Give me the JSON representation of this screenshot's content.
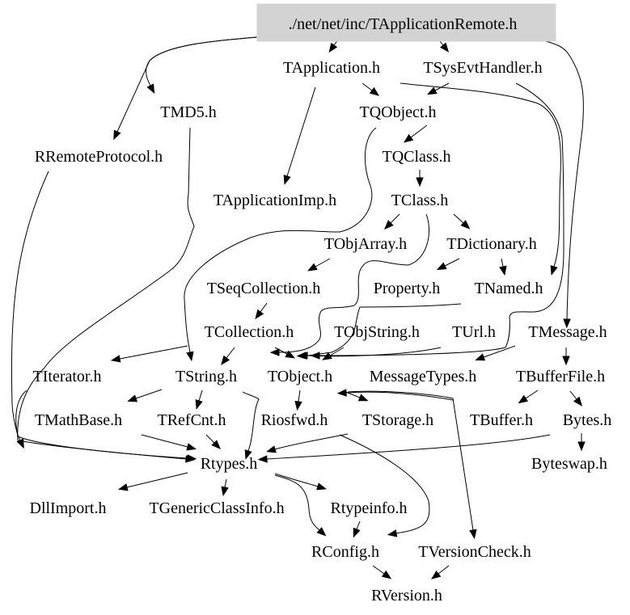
{
  "diagram": {
    "type": "include-dependency-graph",
    "root": "./net/net/inc/TApplicationRemote.h",
    "root_fill": "#d3d3d3",
    "edge_color": "#000000",
    "text_color": "#000000",
    "nodes": [
      {
        "id": "root",
        "label": "./net/net/inc/TApplicationRemote.h",
        "root": true
      },
      {
        "id": "TApplication",
        "label": "TApplication.h"
      },
      {
        "id": "TSysEvtHandler",
        "label": "TSysEvtHandler.h"
      },
      {
        "id": "TMD5",
        "label": "TMD5.h"
      },
      {
        "id": "TQObject",
        "label": "TQObject.h"
      },
      {
        "id": "RRemoteProtocol",
        "label": "RRemoteProtocol.h"
      },
      {
        "id": "TQClass",
        "label": "TQClass.h"
      },
      {
        "id": "TApplicationImp",
        "label": "TApplicationImp.h"
      },
      {
        "id": "TClass",
        "label": "TClass.h"
      },
      {
        "id": "TObjArray",
        "label": "TObjArray.h"
      },
      {
        "id": "TDictionary",
        "label": "TDictionary.h"
      },
      {
        "id": "TSeqCollection",
        "label": "TSeqCollection.h"
      },
      {
        "id": "Property",
        "label": "Property.h"
      },
      {
        "id": "TNamed",
        "label": "TNamed.h"
      },
      {
        "id": "TCollection",
        "label": "TCollection.h"
      },
      {
        "id": "TObjString",
        "label": "TObjString.h"
      },
      {
        "id": "TUrl",
        "label": "TUrl.h"
      },
      {
        "id": "TMessage",
        "label": "TMessage.h"
      },
      {
        "id": "TIterator",
        "label": "TIterator.h"
      },
      {
        "id": "TString",
        "label": "TString.h"
      },
      {
        "id": "TObject",
        "label": "TObject.h"
      },
      {
        "id": "MessageTypes",
        "label": "MessageTypes.h"
      },
      {
        "id": "TBufferFile",
        "label": "TBufferFile.h"
      },
      {
        "id": "TMathBase",
        "label": "TMathBase.h"
      },
      {
        "id": "TRefCnt",
        "label": "TRefCnt.h"
      },
      {
        "id": "Riosfwd",
        "label": "Riosfwd.h"
      },
      {
        "id": "TStorage",
        "label": "TStorage.h"
      },
      {
        "id": "TBuffer",
        "label": "TBuffer.h"
      },
      {
        "id": "Bytes",
        "label": "Bytes.h"
      },
      {
        "id": "Rtypes",
        "label": "Rtypes.h"
      },
      {
        "id": "Byteswap",
        "label": "Byteswap.h"
      },
      {
        "id": "DllImport",
        "label": "DllImport.h"
      },
      {
        "id": "TGenericClassInfo",
        "label": "TGenericClassInfo.h"
      },
      {
        "id": "Rtypeinfo",
        "label": "Rtypeinfo.h"
      },
      {
        "id": "RConfig",
        "label": "RConfig.h"
      },
      {
        "id": "TVersionCheck",
        "label": "TVersionCheck.h"
      },
      {
        "id": "RVersion",
        "label": "RVersion.h"
      }
    ],
    "edges": [
      {
        "from": "root",
        "to": "TApplication"
      },
      {
        "from": "root",
        "to": "TSysEvtHandler"
      },
      {
        "from": "root",
        "to": "TMD5"
      },
      {
        "from": "root",
        "to": "RRemoteProtocol"
      },
      {
        "from": "root",
        "to": "TMessage"
      },
      {
        "from": "TApplication",
        "to": "TQObject"
      },
      {
        "from": "TApplication",
        "to": "TApplicationImp"
      },
      {
        "from": "TApplication",
        "to": "TNamed"
      },
      {
        "from": "TSysEvtHandler",
        "to": "TQObject"
      },
      {
        "from": "TSysEvtHandler",
        "to": "TObject"
      },
      {
        "from": "TQObject",
        "to": "TQClass"
      },
      {
        "from": "TQObject",
        "to": "TString"
      },
      {
        "from": "TQClass",
        "to": "TClass"
      },
      {
        "from": "TClass",
        "to": "TObjArray"
      },
      {
        "from": "TClass",
        "to": "TDictionary"
      },
      {
        "from": "TClass",
        "to": "TObjString"
      },
      {
        "from": "TObjArray",
        "to": "TSeqCollection"
      },
      {
        "from": "TDictionary",
        "to": "Property"
      },
      {
        "from": "TDictionary",
        "to": "TNamed"
      },
      {
        "from": "TSeqCollection",
        "to": "TCollection"
      },
      {
        "from": "TCollection",
        "to": "TIterator"
      },
      {
        "from": "TCollection",
        "to": "TString"
      },
      {
        "from": "TCollection",
        "to": "TObject"
      },
      {
        "from": "TNamed",
        "to": "TObject"
      },
      {
        "from": "TObjString",
        "to": "TObject"
      },
      {
        "from": "TUrl",
        "to": "TObject"
      },
      {
        "from": "TMessage",
        "to": "MessageTypes"
      },
      {
        "from": "TMessage",
        "to": "TBufferFile"
      },
      {
        "from": "TString",
        "to": "TMathBase"
      },
      {
        "from": "TString",
        "to": "TRefCnt"
      },
      {
        "from": "TString",
        "to": "Rtypes"
      },
      {
        "from": "TObject",
        "to": "Riosfwd"
      },
      {
        "from": "TObject",
        "to": "TStorage"
      },
      {
        "from": "TObject",
        "to": "TVersionCheck"
      },
      {
        "from": "TBufferFile",
        "to": "TBuffer"
      },
      {
        "from": "TBufferFile",
        "to": "Bytes"
      },
      {
        "from": "TBuffer",
        "to": "TObject"
      },
      {
        "from": "Bytes",
        "to": "Byteswap"
      },
      {
        "from": "Bytes",
        "to": "Rtypes"
      },
      {
        "from": "TMD5",
        "to": "Rtypes"
      },
      {
        "from": "RRemoteProtocol",
        "to": "Rtypes"
      },
      {
        "from": "TIterator",
        "to": "Rtypes"
      },
      {
        "from": "TMathBase",
        "to": "Rtypes"
      },
      {
        "from": "TRefCnt",
        "to": "Rtypes"
      },
      {
        "from": "TStorage",
        "to": "Rtypes"
      },
      {
        "from": "TStorage",
        "to": "RConfig"
      },
      {
        "from": "Rtypes",
        "to": "DllImport"
      },
      {
        "from": "Rtypes",
        "to": "TGenericClassInfo"
      },
      {
        "from": "Rtypes",
        "to": "Rtypeinfo"
      },
      {
        "from": "Rtypes",
        "to": "RConfig"
      },
      {
        "from": "Rtypeinfo",
        "to": "RConfig"
      },
      {
        "from": "RConfig",
        "to": "RVersion"
      },
      {
        "from": "TVersionCheck",
        "to": "RVersion"
      }
    ]
  }
}
